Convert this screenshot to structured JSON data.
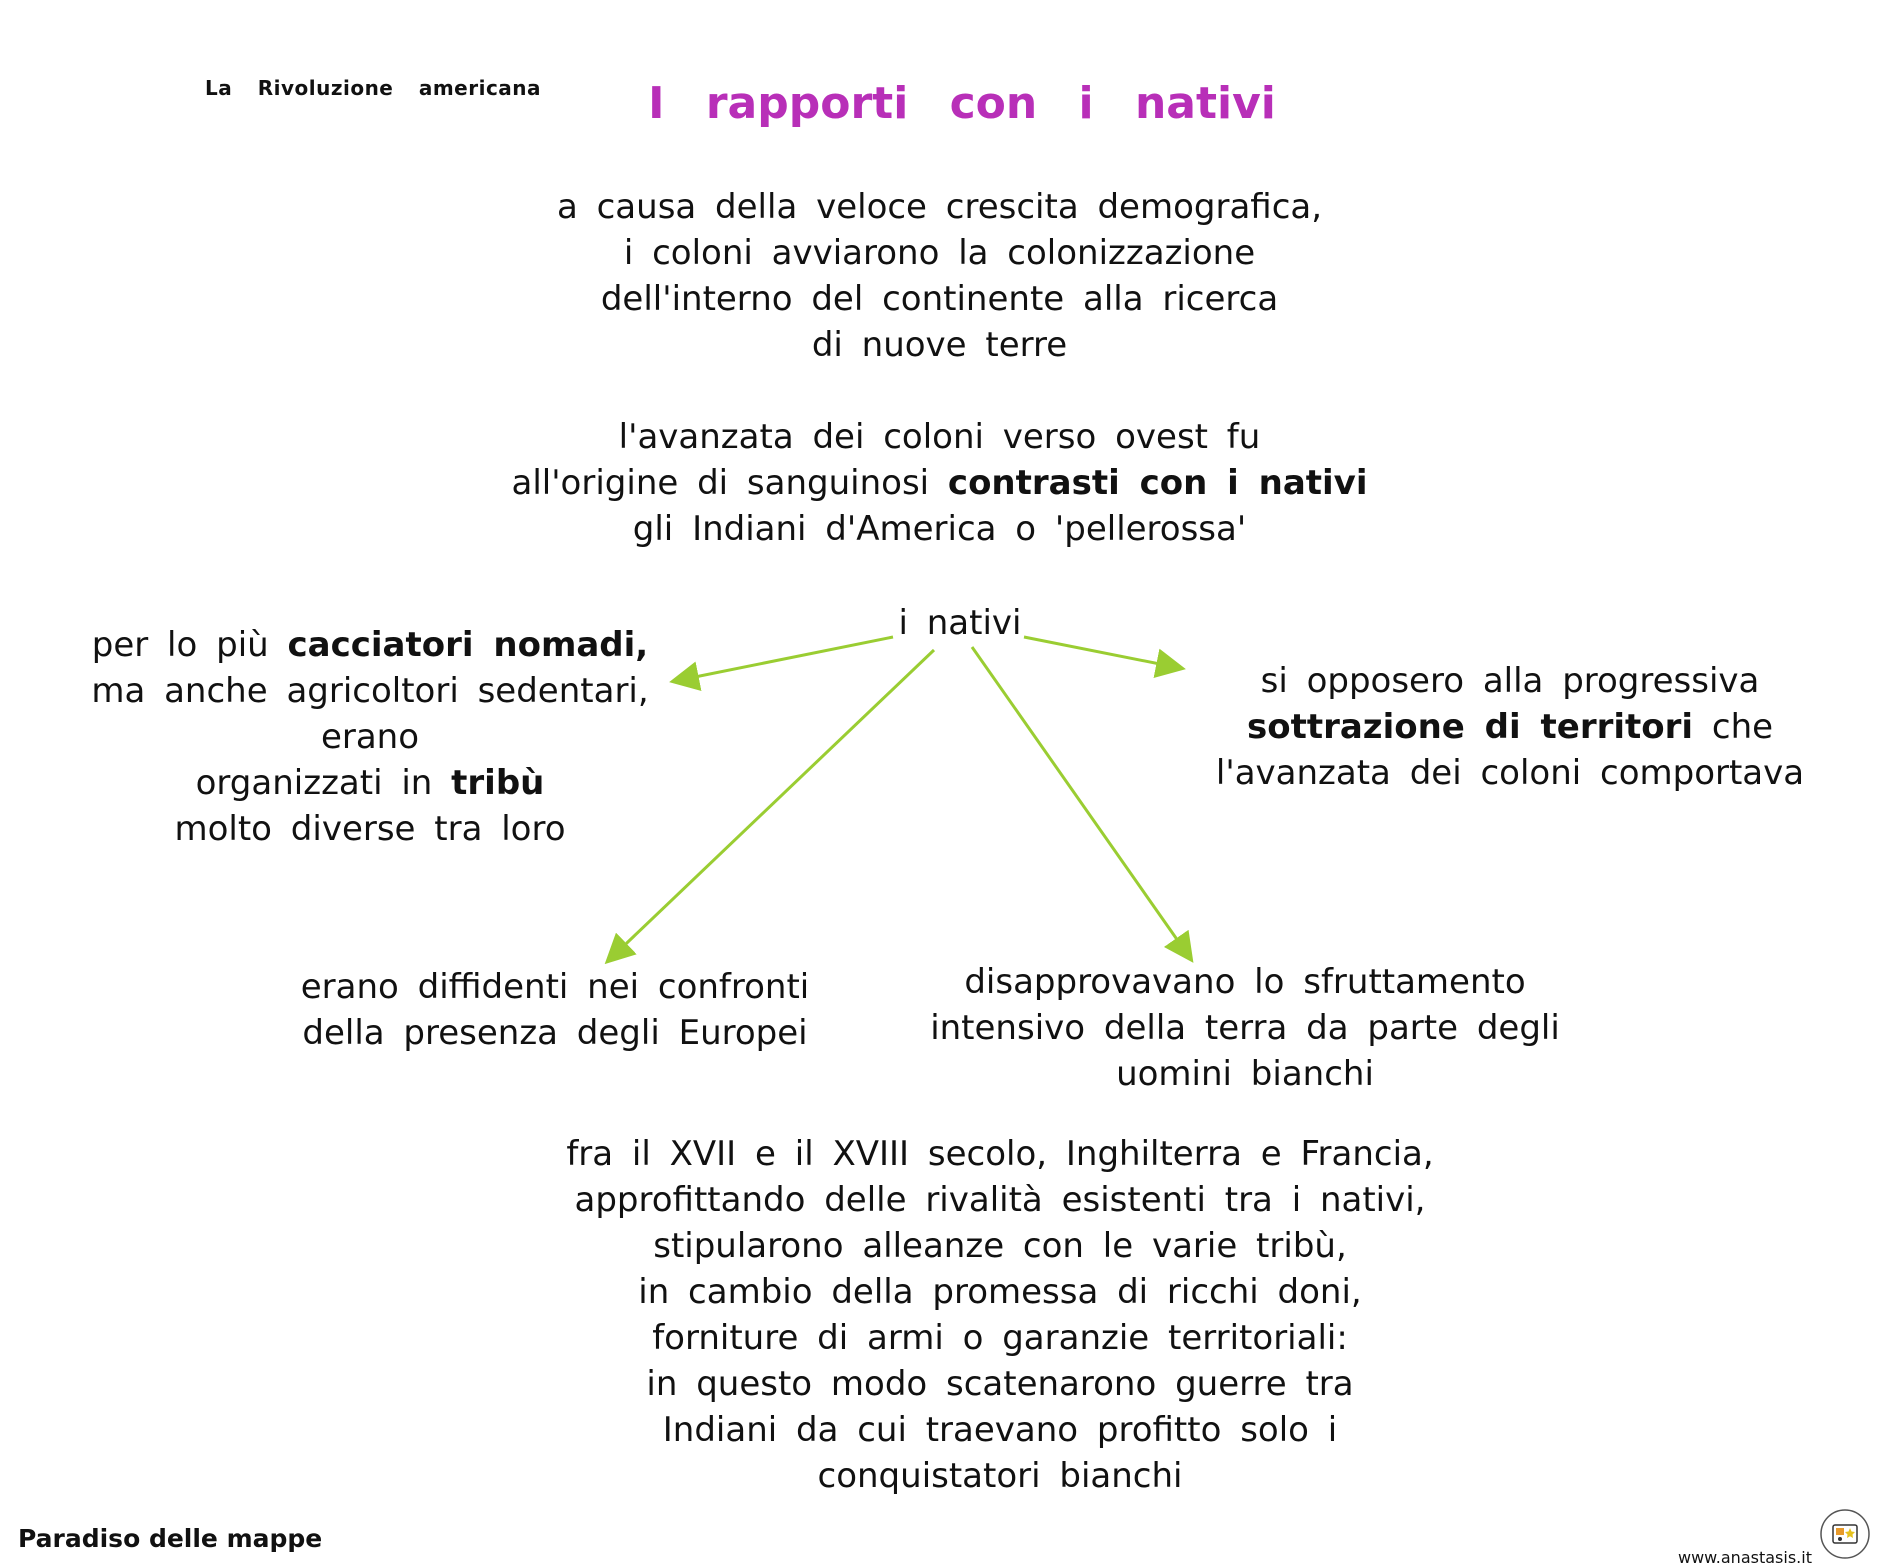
{
  "header": {
    "subject": "La   Rivoluzione   americana"
  },
  "title": "I   rapporti   con  i   nativi",
  "intro": {
    "lines": [
      "a  causa  della  veloce  crescita  demografica,",
      "i  coloni  avviarono  la  colonizzazione",
      "dell'interno  del  continente  alla  ricerca",
      "di  nuove  terre"
    ]
  },
  "conflict": {
    "line1": "l'avanzata  dei  coloni  verso  ovest  fu",
    "line2_plain": "all'origine  di  sanguinosi  ",
    "line2_bold": "contrasti  con i  nativi",
    "line3": "gli  Indiani  d'America  o  'pellerossa'"
  },
  "center_node": {
    "label": "i  nativi"
  },
  "left_node": {
    "l1_plain": "per  lo  più  ",
    "l1_bold": "cacciatori   nomadi,",
    "l2": "ma  anche  agricoltori  sedentari,",
    "l3": "erano",
    "l4_plain": "organizzati  in  ",
    "l4_bold": "tribù",
    "l5": "molto  diverse  tra  loro"
  },
  "right_node": {
    "l1": "si  opposero  alla  progressiva",
    "l2_bold": "sottrazione  di  territori",
    "l2_plain": "  che",
    "l3": "l'avanzata  dei  coloni  comportava"
  },
  "bottom_left_node": {
    "lines": [
      "erano  diffidenti  nei  confronti",
      "della  presenza  degli  Europei"
    ]
  },
  "bottom_right_node": {
    "lines": [
      "disapprovavano  lo  sfruttamento",
      "intensivo  della  terra  da  parte  degli",
      "uomini  bianchi"
    ]
  },
  "alliances": {
    "lines": [
      "fra  il  XVII  e  il  XVIII  secolo,  Inghilterra  e  Francia,",
      "approfittando  delle  rivalità  esistenti  tra  i  nativi,",
      "stipularono  alleanze  con  le  varie  tribù,",
      "in  cambio  della  promessa  di  ricchi  doni,",
      "forniture  di  armi  o  garanzie  territoriali:",
      "in  questo  modo  scatenarono  guerre  tra",
      "Indiani  da  cui  traevano  profitto  solo  i",
      "conquistatori  bianchi"
    ]
  },
  "footer": {
    "left": "Paradiso delle mappe",
    "right": "www.anastasis.it"
  },
  "colors": {
    "title": "#b82fb8",
    "arrow": "#9acd32",
    "text": "#111111"
  },
  "icons": {
    "badge": "supermappe-badge"
  }
}
